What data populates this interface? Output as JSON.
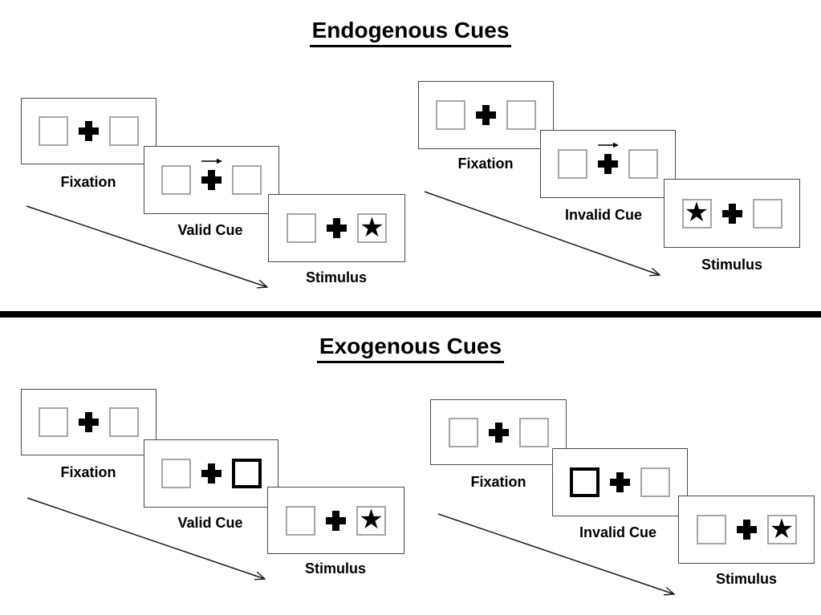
{
  "sections": [
    {
      "title": "Endogenous Cues",
      "sequences": [
        {
          "name": "valid",
          "panels": [
            {
              "label": "Fixation"
            },
            {
              "label": "Valid Cue"
            },
            {
              "label": "Stimulus"
            }
          ]
        },
        {
          "name": "invalid",
          "panels": [
            {
              "label": "Fixation"
            },
            {
              "label": "Invalid Cue"
            },
            {
              "label": "Stimulus"
            }
          ]
        }
      ]
    },
    {
      "title": "Exogenous Cues",
      "sequences": [
        {
          "name": "valid",
          "panels": [
            {
              "label": "Fixation"
            },
            {
              "label": "Valid Cue"
            },
            {
              "label": "Stimulus"
            }
          ]
        },
        {
          "name": "invalid",
          "panels": [
            {
              "label": "Fixation"
            },
            {
              "label": "Invalid Cue"
            },
            {
              "label": "Stimulus"
            }
          ]
        }
      ]
    }
  ],
  "glyphs": {
    "star": "★"
  },
  "colors": {
    "ink": "#000000",
    "panel_border": "#4a4a4a",
    "box_border": "#a6a6a6",
    "cue_box_border": "#000000"
  }
}
